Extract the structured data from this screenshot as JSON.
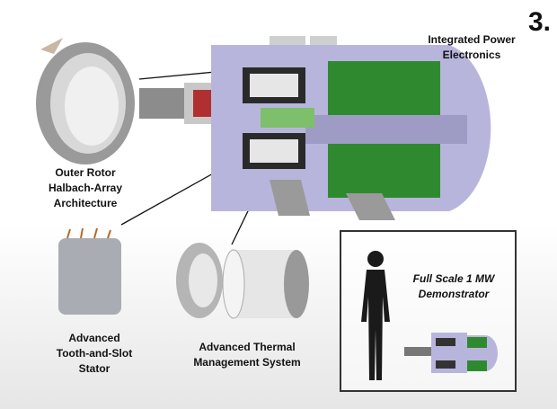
{
  "slide_number": "3.",
  "labels": {
    "power_electronics": [
      "Integrated Power",
      "Electronics"
    ],
    "outer_rotor": [
      "Outer Rotor",
      "Halbach-Array",
      "Architecture"
    ],
    "stator": [
      "Advanced",
      "Tooth-and-Slot",
      "Stator"
    ],
    "thermal": [
      "Advanced Thermal",
      "Management System"
    ],
    "demonstrator": [
      "Full Scale 1 MW",
      "Demonstrator"
    ]
  },
  "colors": {
    "housing": "#b8b5dc",
    "electronics": "#2f8a2f",
    "shaft": "#8c8c8c",
    "inset_border": "#333333"
  }
}
